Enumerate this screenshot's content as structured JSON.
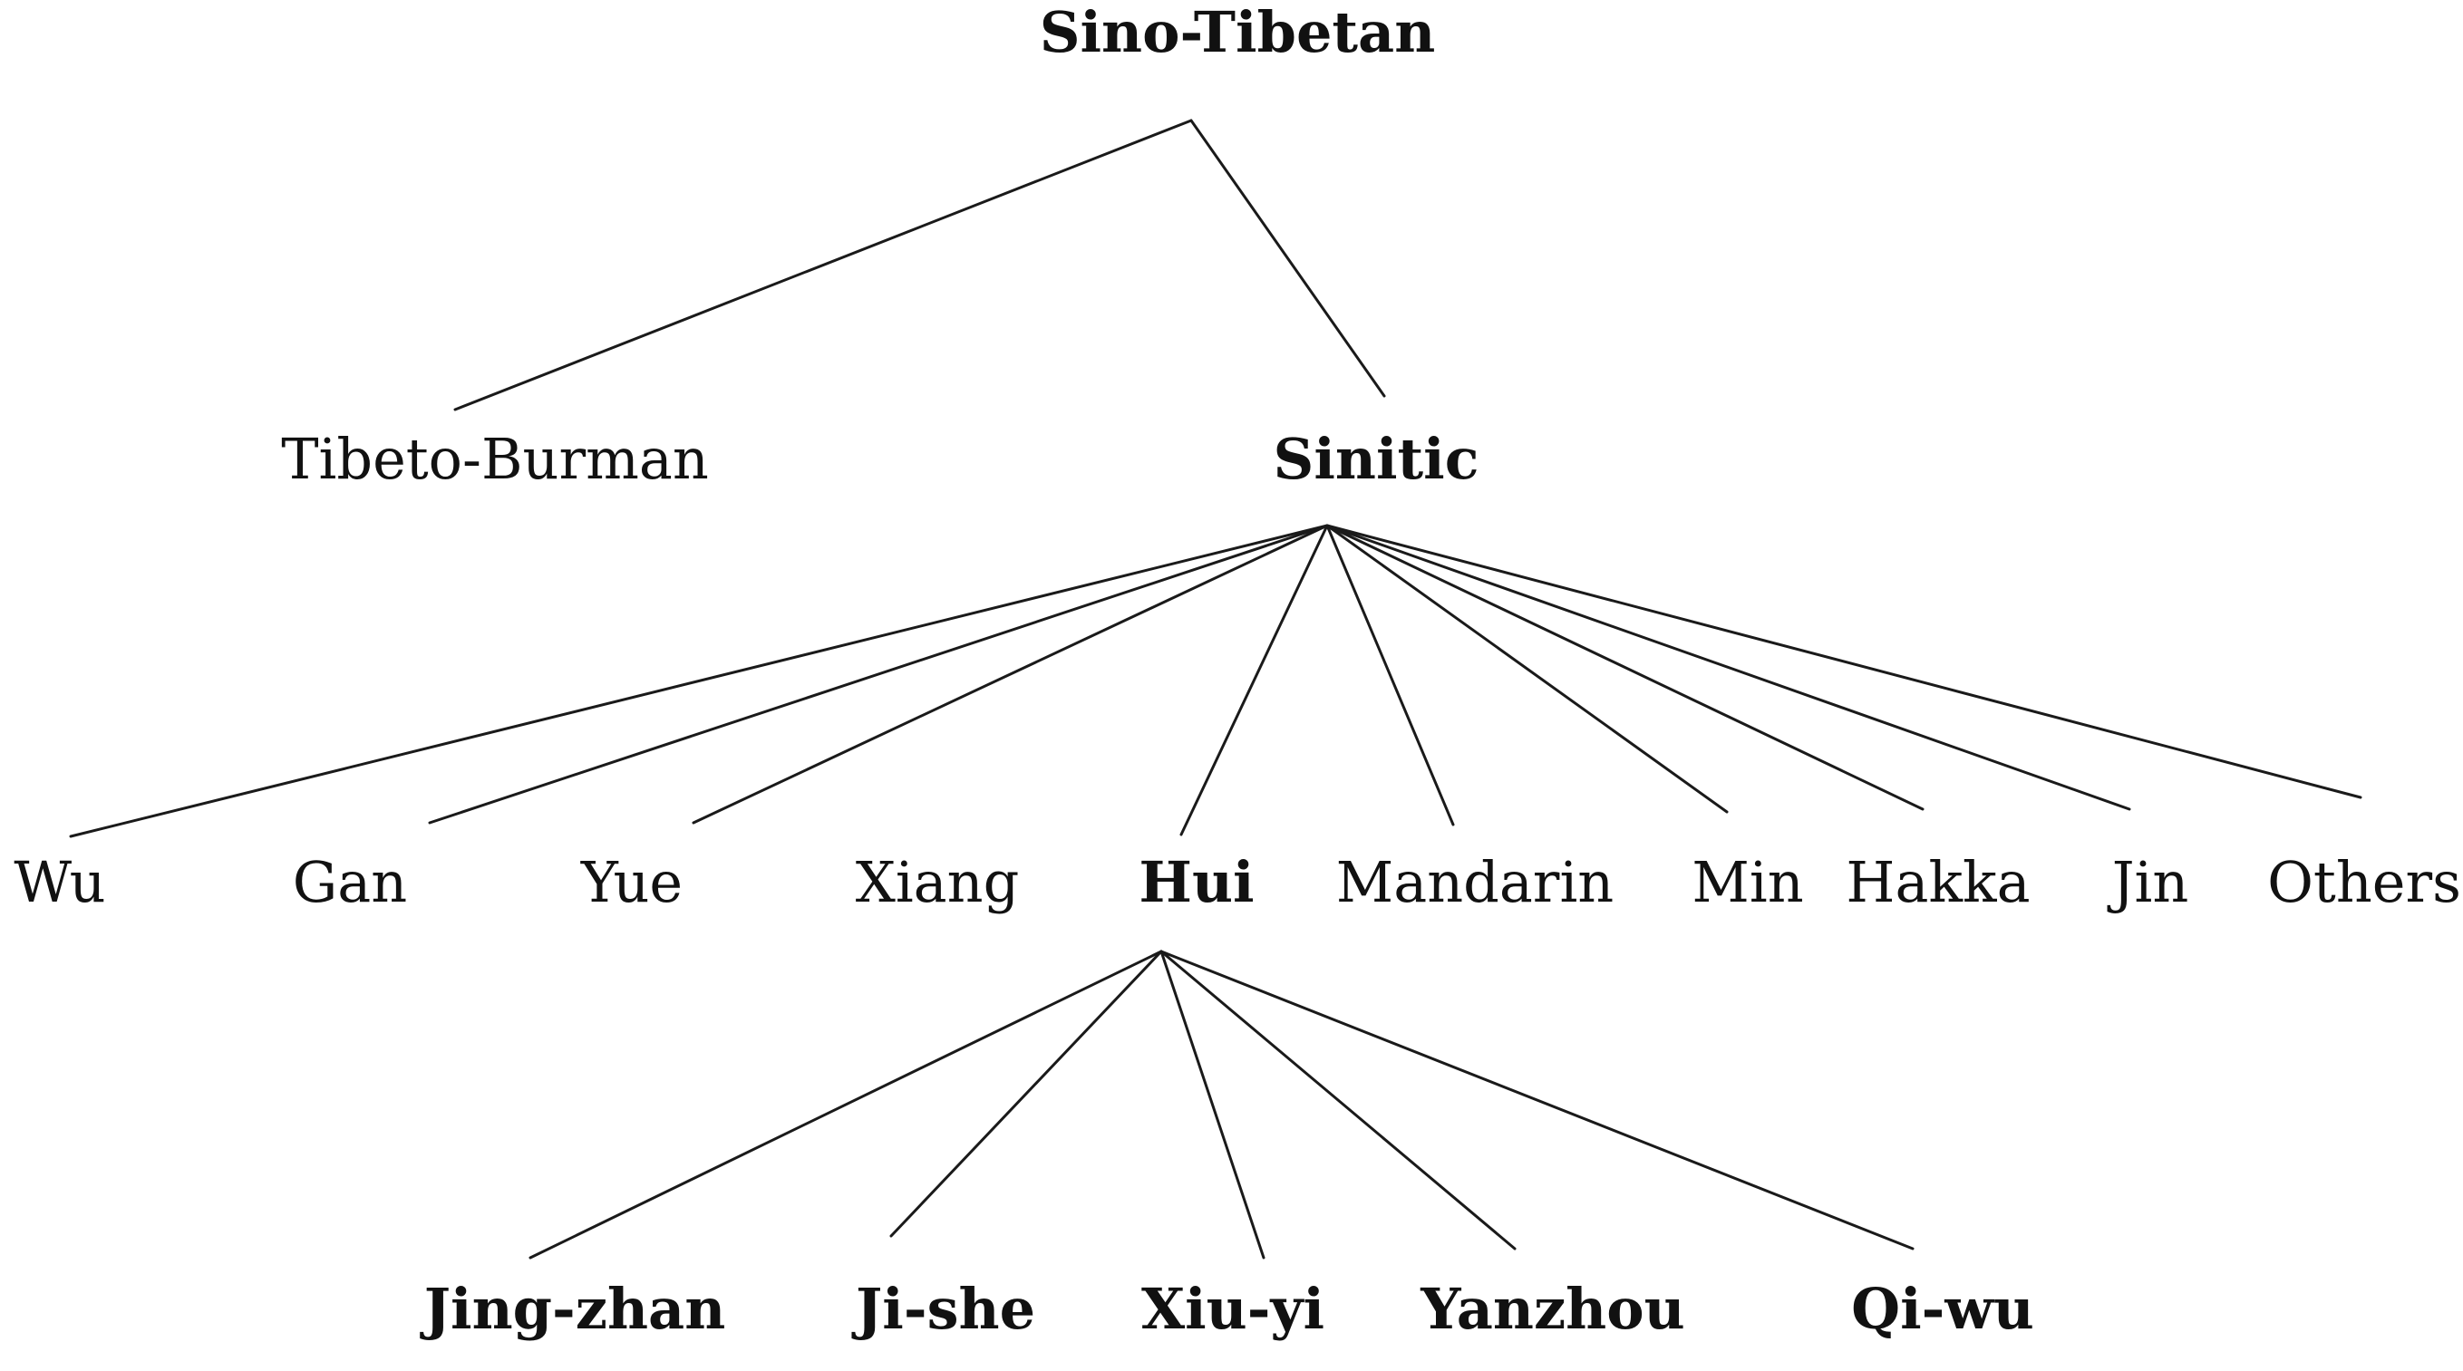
{
  "tree": {
    "root": "Sino-Tibetan",
    "level1": [
      "Tibeto-Burman",
      "Sinitic"
    ],
    "sinitic_branches": [
      "Wu",
      "Gan",
      "Yue",
      "Xiang",
      "Hui",
      "Mandarin",
      "Min",
      "Hakka",
      "Jin",
      "Others"
    ],
    "hui_branches": [
      "Jing-zhan",
      "Ji-she",
      "Xiu-yi",
      "Yanzhou",
      "Qi-wu"
    ]
  },
  "emphasized_nodes": [
    "Sino-Tibetan",
    "Sinitic",
    "Hui",
    "Jing-zhan",
    "Ji-she",
    "Xiu-yi",
    "Yanzhou",
    "Qi-wu"
  ]
}
